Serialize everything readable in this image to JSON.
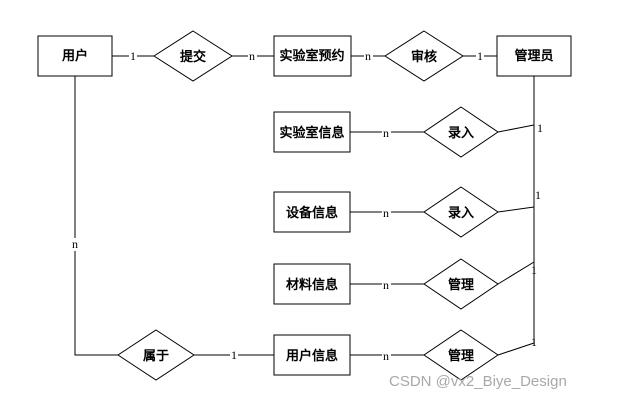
{
  "entities": {
    "user": "用户",
    "lab_booking": "实验室预约",
    "admin": "管理员",
    "lab_info": "实验室信息",
    "device_info": "设备信息",
    "material_info": "材料信息",
    "user_info": "用户信息"
  },
  "relationships": {
    "submit": "提交",
    "review": "审核",
    "enter_lab": "录入",
    "enter_device": "录入",
    "manage_material": "管理",
    "manage_user": "管理",
    "belong": "属于"
  },
  "cardinalities": {
    "user_submit": "1",
    "submit_booking": "n",
    "booking_review": "n",
    "review_admin": "1",
    "lab_enter": "n",
    "enter_admin": "1",
    "device_enter": "n",
    "enter2_admin": "1",
    "material_manage": "n",
    "manage_admin": "1",
    "userinfo_manage": "n",
    "manage2_admin": "1",
    "user_belong": "n",
    "belong_userinfo": "1"
  },
  "watermark": "CSDN @vx2_Biye_Design"
}
